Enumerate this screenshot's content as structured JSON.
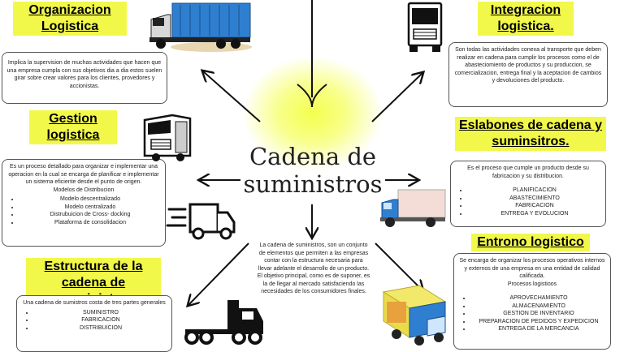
{
  "center_title": "Cadena de suministros",
  "center_text": "La cadena de suministros, son un conjunto de elementos que permiten a las empresas contar con la estructura necesaria para llevar adelante el desarrollo de un producto. El objetivo principal, como es de suponer, es la de llegar al mercado satisfaciendo las necesidades de los consumidores finales.",
  "sections": {
    "org": {
      "title": "Organizacion Logistica",
      "text": "Implica la supervision de muchas actividades que hacen que una empresa cumpla con sus objetivos dia a dia estos suelen girar sobre crear valores para los clientes, provedores y accionistas."
    },
    "gestion": {
      "title": "Gestion logistica",
      "text": "Es un proceso detallado para organizar e implementar una operacion en la cual se encarga de planificar e implementar un sistema eficiente desde el punto de origen.",
      "subtitle": "Modelos de Distribucion",
      "items": [
        "Modelo descentralizado",
        "Modelo centralizado",
        "Distrubuicion de Cross- docking",
        "Plataforma de consolidacion"
      ]
    },
    "estructura": {
      "title": "Estructura de la cadena de suministro",
      "text": "Una cadena de sumistros costa de tres partes generales",
      "items": [
        "SUMINISTRO",
        "FABRICACION",
        "DISTRIBUICION"
      ]
    },
    "integracion": {
      "title": "Integracion logistica.",
      "text": "Son todas las actividades conexa al transporte que deben realizar en cadena para cumplir los procesos como el de abasteciomiento de productos y su produccion, se comercializacion, entrega final y la aceptacion de cambios y devoluciones del producto."
    },
    "eslabones": {
      "title": "Eslabones de cadena y suminsitros.",
      "text": "Es el proceso que cumple un producto desde su fabricacion y su distribucion.",
      "items": [
        "PLANIFICACION",
        "ABASTECIMIENTO",
        "FABRICACION",
        "ENTREGA Y EVOLUCION"
      ]
    },
    "entorno": {
      "title": "Entrono logistico",
      "text": "Se encarga de organizar los procesos operativos internos y externos de una empresa en una entidad de calidad calificada.",
      "subtitle": "Procesos logistioos",
      "items": [
        "APROVECHAMIENTO",
        "ALMACENAMIENTO",
        "GESTION DE INVENTARIO",
        "PREPARACION DE PEDIDOS Y EXPEDICION",
        "ENTREGA DE LA MERCANCIA"
      ]
    }
  },
  "colors": {
    "highlight": "#f2f84a",
    "glow": "#f4ff4d",
    "truck_blue": "#2f7fd1",
    "box_border": "#555555"
  },
  "icons": [
    "container-truck-icon",
    "truck-front-icon",
    "semi-truck-icon",
    "fast-delivery-van-icon",
    "box-truck-icon",
    "tractor-truck-icon",
    "cargo-truck-icon"
  ]
}
